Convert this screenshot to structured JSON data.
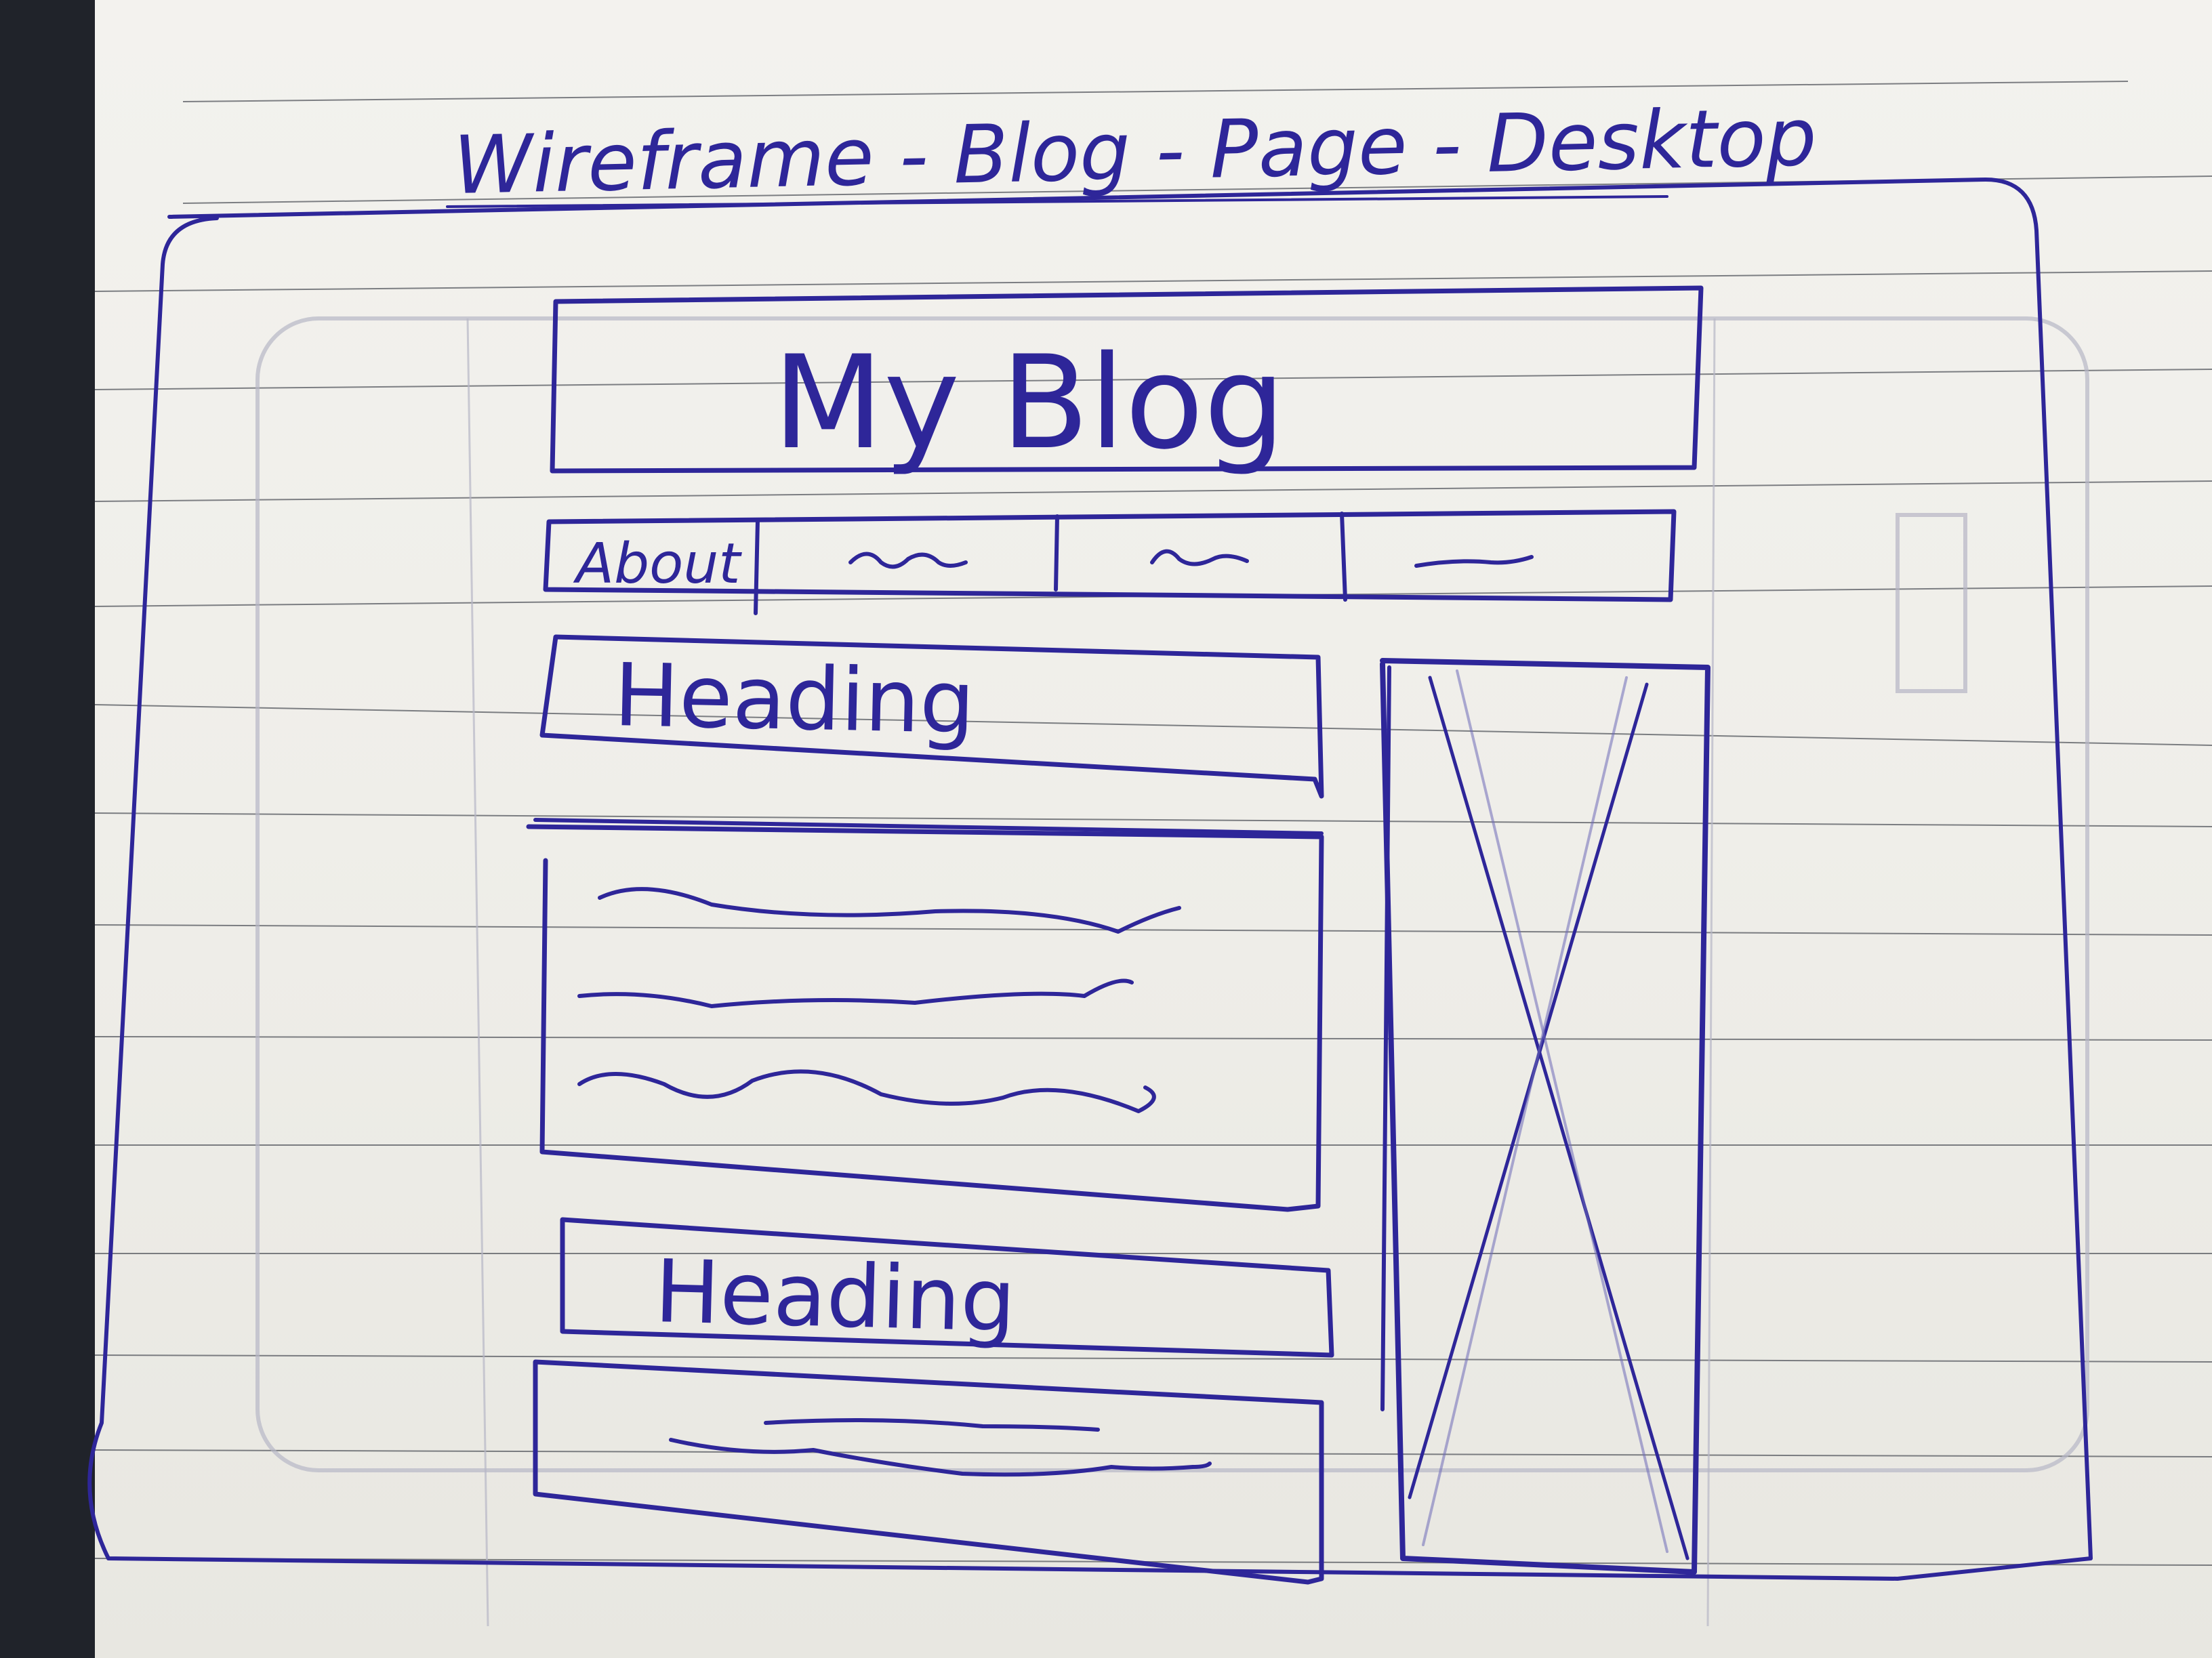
{
  "sketch": {
    "title": "Wireframe - Blog - Page - Desktop",
    "header_text": "My Blog",
    "nav_items": [
      {
        "label": "About"
      },
      {
        "label": ""
      },
      {
        "label": ""
      },
      {
        "label": ""
      }
    ],
    "posts": [
      {
        "heading": "Heading"
      },
      {
        "heading": "Heading"
      }
    ]
  },
  "colors": {
    "ink": "#2e2699",
    "paper": "#f0efea",
    "rule_line": "#55585f"
  }
}
